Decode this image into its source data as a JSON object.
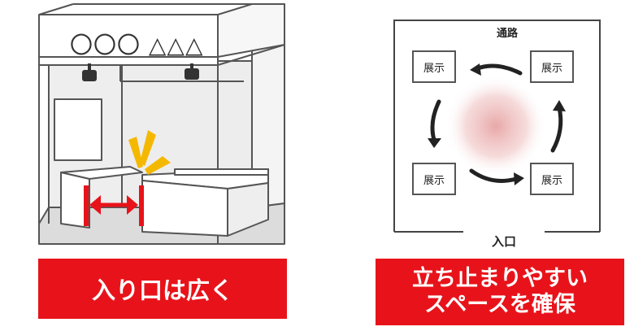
{
  "booth": {
    "sign_text": "〇〇〇 △△△"
  },
  "layout_diagram": {
    "corridor": "通路",
    "entrance": "入口",
    "exhibits": [
      "展示",
      "展示",
      "展示",
      "展示"
    ]
  },
  "banners": {
    "left": "入り口は広く",
    "right_line1": "立ち止まりやすい",
    "right_line2": "スペースを確保"
  },
  "colors": {
    "banner_red": "#e8131a",
    "arrow_red": "#e8131a",
    "burst_yellow": "#f5b800",
    "glow_pink": "#e7a3a3"
  }
}
